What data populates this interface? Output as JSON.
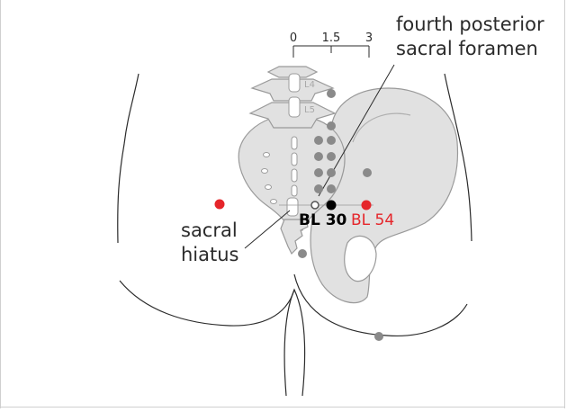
{
  "scale": {
    "tick0": "0",
    "tick1": "1.5",
    "tick2": "3"
  },
  "callouts": {
    "foramen_line1": "fourth posterior",
    "foramen_line2": "sacral foramen",
    "hiatus_line1": "sacral",
    "hiatus_line2": "hiatus"
  },
  "vertebrae": {
    "l4": "L4",
    "l5": "L5"
  },
  "points": {
    "bl30": "BL 30",
    "bl54": "BL 54"
  },
  "colors": {
    "bone_fill": "#e1e1e1",
    "bone_stroke": "#9a9a9a",
    "body_outline": "#2b2b2b",
    "acupoint_gray": "#8a8a8a",
    "acupoint_black": "#000000",
    "acupoint_red": "#e5252a",
    "text": "#2b2b2b",
    "vertebra_label": "#a8a8a8"
  }
}
